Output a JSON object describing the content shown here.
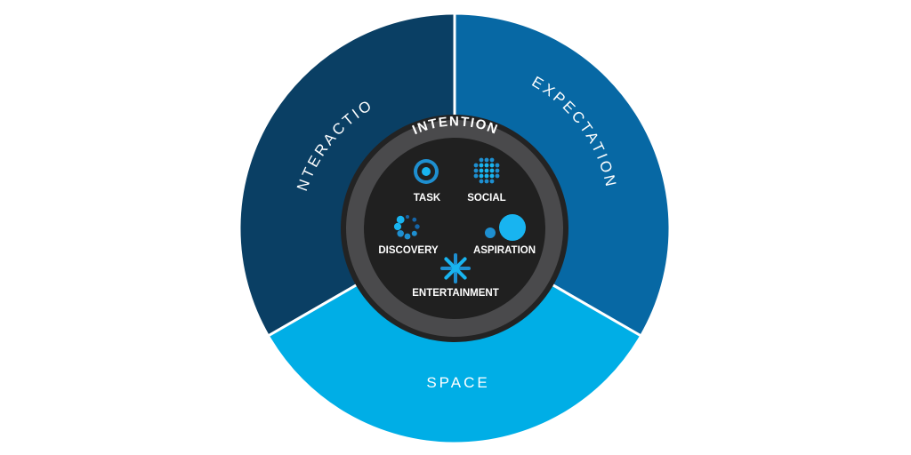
{
  "colors": {
    "interaction": "#0a3f64",
    "expectation": "#0768a4",
    "space": "#00aee6",
    "ring_outer": "#232323",
    "ring_band": "#4a4a4c",
    "core": "#202020",
    "icon_bright": "#18b4f0",
    "icon_mid": "#1e8fd0",
    "icon_dark": "#1565a8"
  },
  "segments": {
    "interaction": "INTERACTION",
    "expectation": "EXPECTATION",
    "space": "SPACE"
  },
  "intention": {
    "title": "INTENTION",
    "items": [
      {
        "label": "TASK",
        "icon": "target-icon"
      },
      {
        "label": "SOCIAL",
        "icon": "dot-grid-icon"
      },
      {
        "label": "DISCOVERY",
        "icon": "dotted-circle-icon"
      },
      {
        "label": "ASPIRATION",
        "icon": "growing-circles-icon"
      },
      {
        "label": "ENTERTAINMENT",
        "icon": "starburst-icon"
      }
    ]
  }
}
